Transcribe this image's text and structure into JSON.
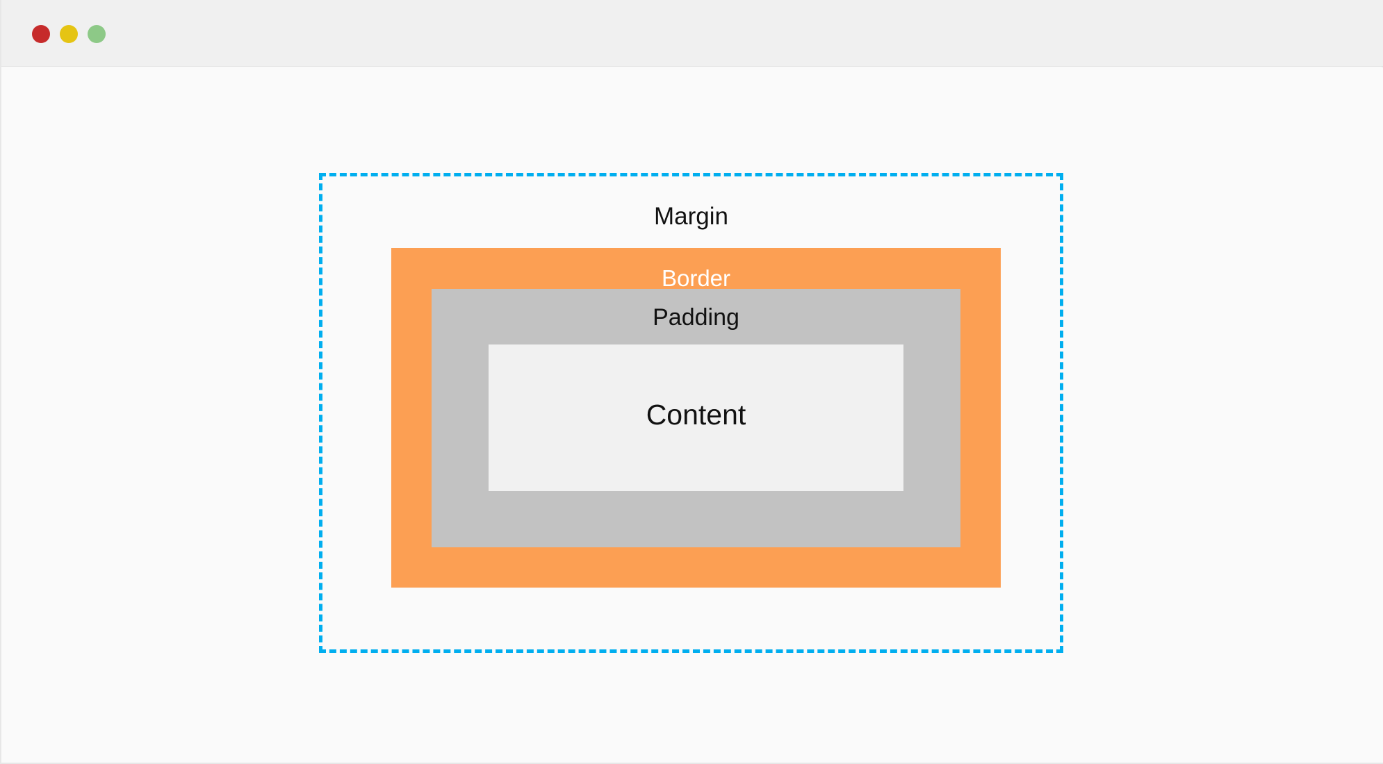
{
  "window": {
    "controls": [
      {
        "name": "close",
        "color": "#c62b2b"
      },
      {
        "name": "minimize",
        "color": "#e5c413"
      },
      {
        "name": "maximize",
        "color": "#8dc987"
      }
    ],
    "titlebar_bg": "#f0f0f0",
    "canvas_bg": "#fafafa"
  },
  "diagram": {
    "type": "css-box-model",
    "layers": [
      {
        "key": "margin",
        "label": "Margin",
        "fill": "transparent",
        "stroke": "#00aeef",
        "stroke_style": "dashed",
        "text_color": "#111111"
      },
      {
        "key": "border",
        "label": "Border",
        "fill": "#fc9f53",
        "stroke": "none",
        "stroke_style": "solid",
        "text_color": "#ffffff"
      },
      {
        "key": "padding",
        "label": "Padding",
        "fill": "#c2c2c2",
        "stroke": "none",
        "stroke_style": "solid",
        "text_color": "#111111"
      },
      {
        "key": "content",
        "label": "Content",
        "fill": "#f1f1f1",
        "stroke": "none",
        "stroke_style": "solid",
        "text_color": "#111111"
      }
    ]
  }
}
